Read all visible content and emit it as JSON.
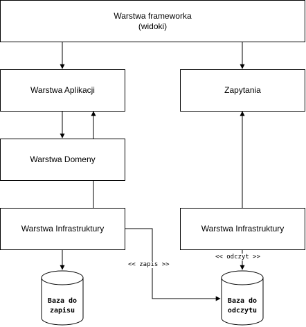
{
  "colors": {
    "stroke": "#000000",
    "fill": "#ffffff"
  },
  "boxes": {
    "framework": {
      "line1": "Warstwa frameworka",
      "line2": "(widoki)"
    },
    "application": "Warstwa Aplikacji",
    "queries": "Zapytania",
    "domain": "Warstwa Domeny",
    "infra_left": "Warstwa Infrastruktury",
    "infra_right": "Warstwa Infrastruktury"
  },
  "edge_labels": {
    "write": "<< zapis >>",
    "read": "<< odczyt >>"
  },
  "databases": {
    "write_db": {
      "line1": "Baza do",
      "line2": "zapisu"
    },
    "read_db": {
      "line1": "Baza do",
      "line2": "odczytu"
    }
  }
}
